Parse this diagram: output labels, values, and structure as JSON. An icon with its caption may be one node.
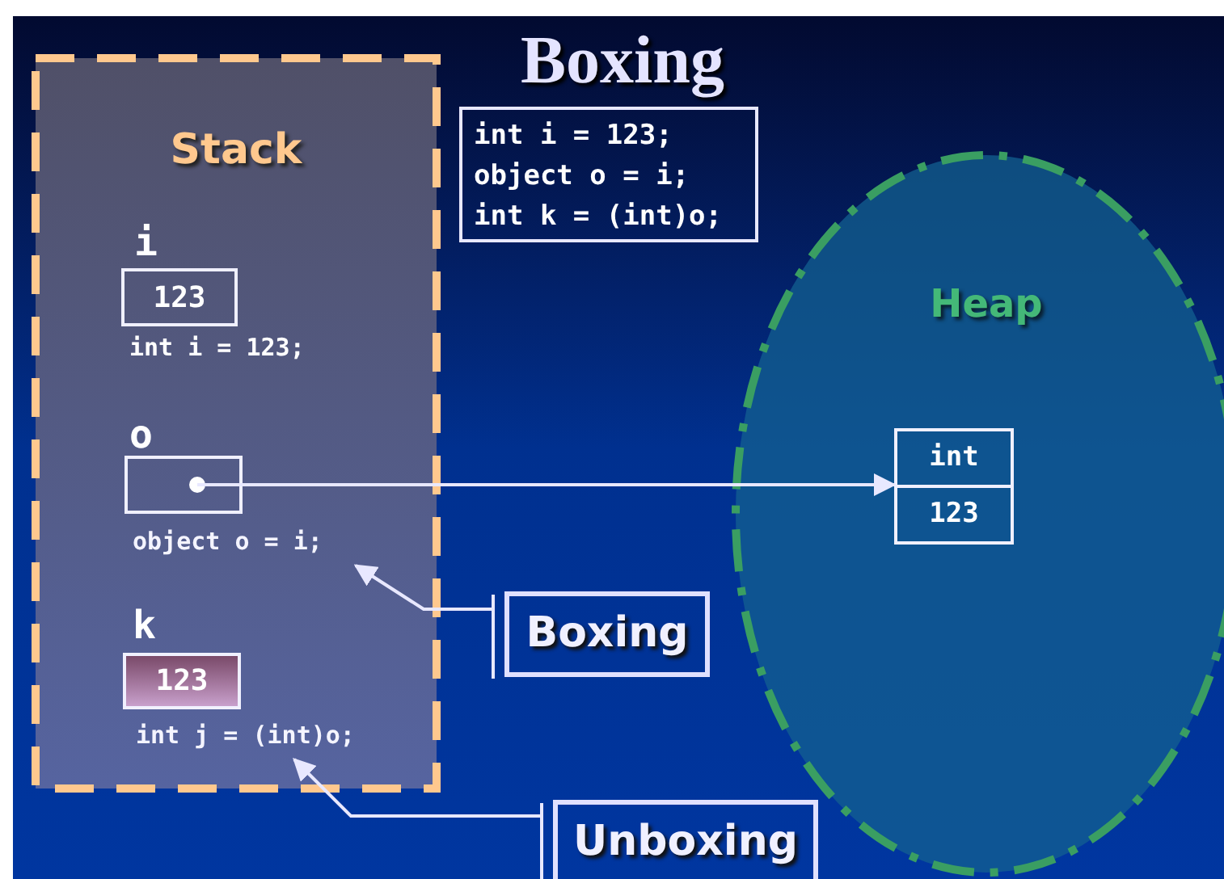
{
  "diagram": {
    "title": "Boxing",
    "nodes": [
      {
        "text": [
          "Stack"
        ]
      },
      {
        "text": [
          "123"
        ],
        "in": 0,
        "beside": [
          "i",
          "int i = 123;"
        ]
      },
      {
        "text": [],
        "shape": "box",
        "in": 0,
        "beside": [
          "o"
        ]
      },
      {
        "text": [
          "object o = i;"
        ],
        "in": 0
      },
      {
        "text": [
          "123"
        ],
        "in": 0,
        "beside": [
          "k"
        ]
      },
      {
        "text": [
          "int j = (int)o;"
        ],
        "in": 0
      },
      {
        "text": [
          "int i = 123; object o = i; int k = (int)o;"
        ]
      },
      {
        "text": [
          "Heap"
        ]
      },
      {
        "text": [
          "int",
          "123"
        ],
        "in": 7
      },
      {
        "text": [
          "Boxing"
        ]
      },
      {
        "text": [
          "Unboxing"
        ]
      }
    ],
    "edges": [
      {
        "from": 2,
        "to": 8,
        "arrow": "to"
      },
      {
        "from": 9,
        "to": 3,
        "arrow": "to"
      },
      {
        "from": 10,
        "to": 5,
        "arrow": "to"
      }
    ]
  }
}
